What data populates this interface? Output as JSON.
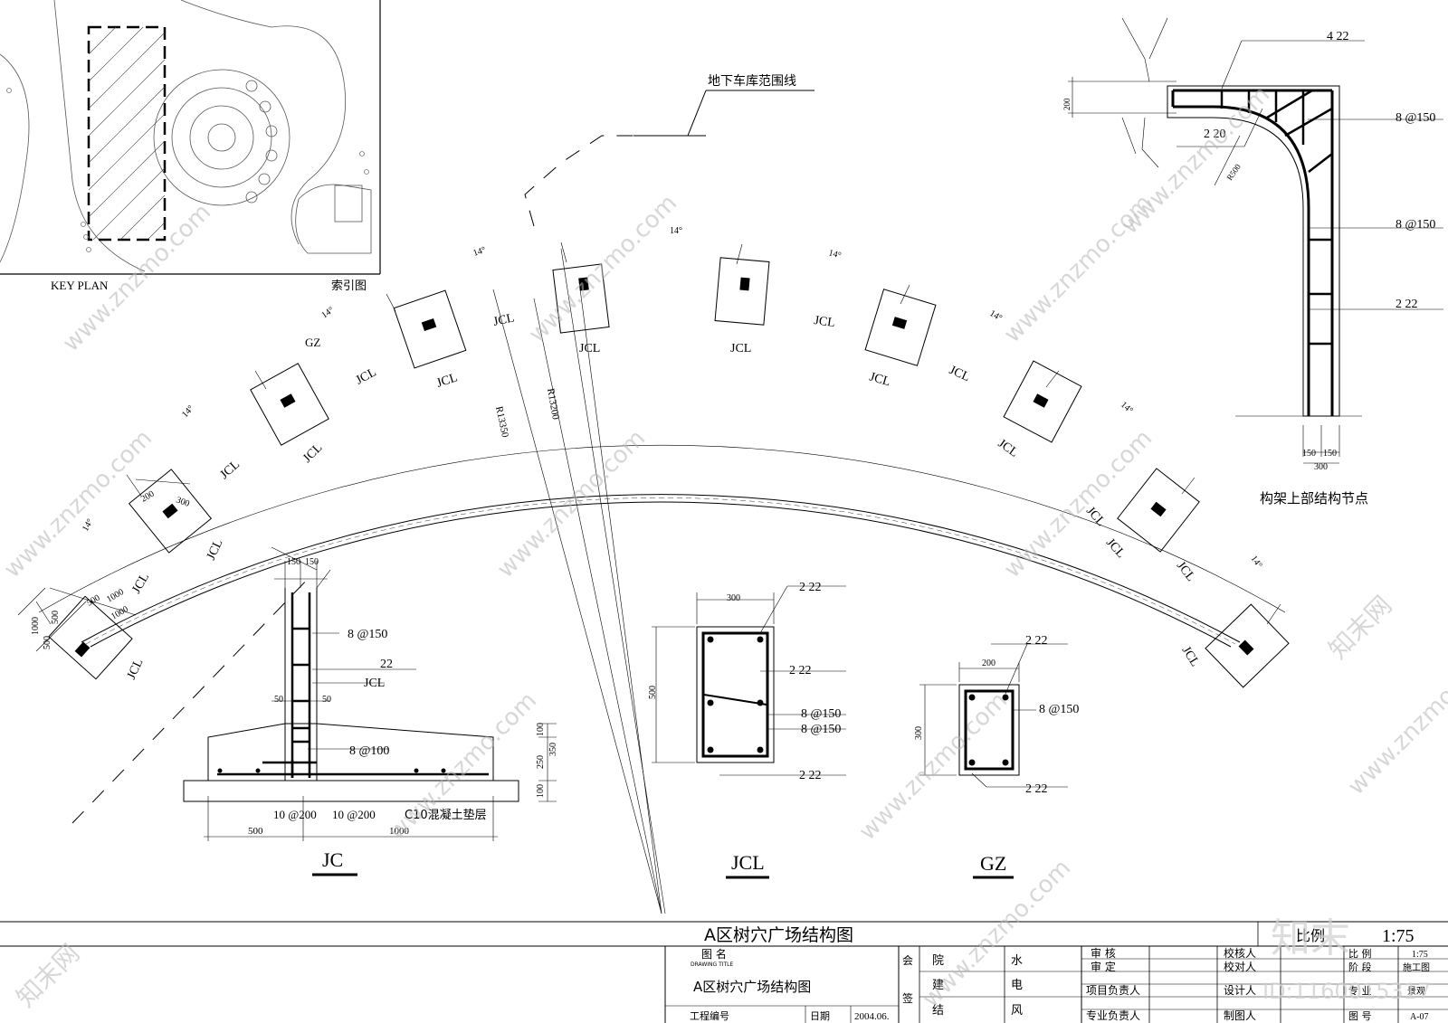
{
  "drawing": {
    "garage_line_label": "地下车库范围线",
    "key_plan_en": "KEY PLAN",
    "key_plan_cn": "索引图",
    "arc_spacing": "14°",
    "radius_outer": "R13350",
    "radius_inner": "R13200",
    "beam_label": "JCL",
    "column_label": "GZ",
    "dims_left": {
      "d200": "200",
      "d300": "300",
      "d1000": "1000",
      "d500": "500",
      "d500b": "500",
      "d1000b": "1000",
      "d500c": "500",
      "d1000c": "1000"
    }
  },
  "node_detail": {
    "title": "构架上部结构节点",
    "top_bar": "4   22",
    "inner_bar": "2   20",
    "stirrup_1": "8  @150",
    "stirrup_2": "8  @150",
    "side_bar": "2    22",
    "radius": "R500",
    "dim_200": "200",
    "dim_150a": "150",
    "dim_150b": "150",
    "dim_300": "300"
  },
  "jc_detail": {
    "title": "JC",
    "dim_150a": "150",
    "dim_150b": "150",
    "stirrup": "8  @150",
    "bar": "22",
    "jcl": "JCL",
    "dim_50a": "50",
    "dim_50b": "50",
    "base_stirrup": "8  @100",
    "bottom_bar_1": "10  @200",
    "bottom_bar_2": "10  @200",
    "cushion": "C10混凝土垫层",
    "dim_500": "500",
    "dim_1000": "1000",
    "dim_100a": "100",
    "dim_250": "250",
    "dim_350": "350",
    "dim_100b": "100"
  },
  "jcl_detail": {
    "title": "JCL",
    "width": "300",
    "height": "500",
    "top_bar": "2   22",
    "mid_bar": "2   22",
    "stirrup_1": "8  @150",
    "stirrup_2": "8  @150",
    "bottom_bar": "2   22"
  },
  "gz_detail": {
    "title": "GZ",
    "width": "200",
    "height": "300",
    "top_bar": "2   22",
    "stirrup": "8  @150",
    "bottom_bar": "2   22"
  },
  "title_block": {
    "drawing_title": "A区树穴广场结构图",
    "scale_label": "比例",
    "scale_value": "1:75",
    "name_cn": "图    名",
    "name_en": "DRAWING TITLE",
    "name_value": "A区树穴广场结构图",
    "project_no": "工程编号",
    "date_label": "日期",
    "date_value": "2004.06.",
    "hui": "会",
    "qian": "签",
    "yuan": "院",
    "jian": "建",
    "jie": "结",
    "shui": "水",
    "dian": "电",
    "feng": "风",
    "shen_he": "审      核",
    "shen_ding": "审      定",
    "xiang_mu": "项目负责人",
    "zhuan_ye": "专业负责人",
    "jiao_he": "校核人",
    "jiao_dui": "校对人",
    "she_ji": "设计人",
    "zhi_tu": "制图人",
    "bi_li": "比    例",
    "bi_li_v": "1:75",
    "jie_duan": "阶    段",
    "jie_duan_v": "施工图",
    "zhuan_ye2": "专    业",
    "zhuan_ye2_v": "景观",
    "tu_hao": "图    号",
    "tu_hao_v": "A-07"
  },
  "watermark": {
    "text": "www.znzmo.com",
    "cn": "知末网",
    "logo": "知末",
    "id": "ID:1160015317"
  }
}
